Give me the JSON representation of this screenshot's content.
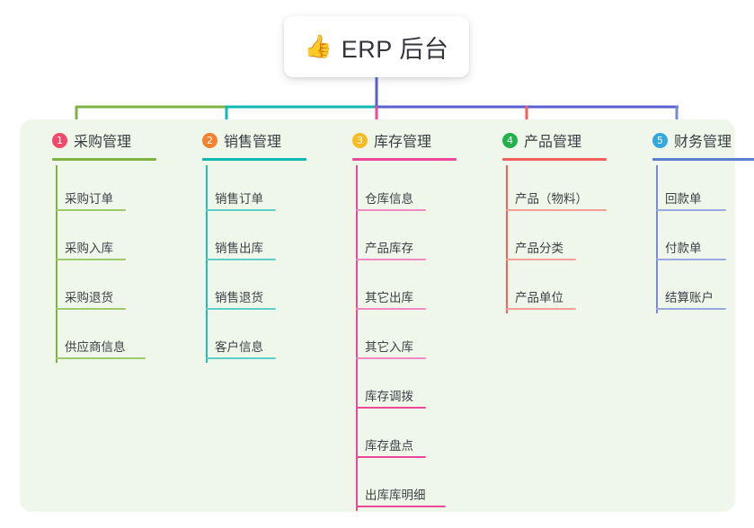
{
  "title": {
    "icon": "thumbs-up-emoji",
    "emoji": "👍",
    "text": "ERP 后台"
  },
  "palette": {
    "page_background": "#ffffff",
    "panel_background": "#eef7e9",
    "card_background": "#ffffff",
    "trunk_line": "#5a5fd0",
    "text_primary": "#3a3d44"
  },
  "columns": [
    {
      "number": "1",
      "label": "采购管理",
      "badge_color": "#f2496b",
      "line_color": "#7cb342",
      "items": [
        {
          "label": "采购订单"
        },
        {
          "label": "采购入库"
        },
        {
          "label": "采购退货"
        },
        {
          "label": "供应商信息"
        }
      ]
    },
    {
      "number": "2",
      "label": "销售管理",
      "badge_color": "#f4812d",
      "line_color": "#0fb8b0",
      "items": [
        {
          "label": "销售订单"
        },
        {
          "label": "销售出库"
        },
        {
          "label": "销售退货"
        },
        {
          "label": "客户信息"
        }
      ]
    },
    {
      "number": "3",
      "label": "库存管理",
      "badge_color": "#f7bb25",
      "line_color": "#ec4899",
      "items": [
        {
          "label": "仓库信息"
        },
        {
          "label": "产品库存"
        },
        {
          "label": "其它出库"
        },
        {
          "label": "其它入库"
        },
        {
          "label": "库存调拨"
        },
        {
          "label": "库存盘点"
        },
        {
          "label": "出库库明细"
        }
      ]
    },
    {
      "number": "4",
      "label": "产品管理",
      "badge_color": "#22b24c",
      "line_color": "#f2605c",
      "items": [
        {
          "label": "产品（物料）",
          "wide": true
        },
        {
          "label": "产品分类"
        },
        {
          "label": "产品单位"
        }
      ]
    },
    {
      "number": "5",
      "label": "财务管理",
      "badge_color": "#35a8e0",
      "line_color": "#7b8ad8",
      "items": [
        {
          "label": "回款单"
        },
        {
          "label": "付款单"
        },
        {
          "label": "结算账户"
        }
      ]
    }
  ]
}
